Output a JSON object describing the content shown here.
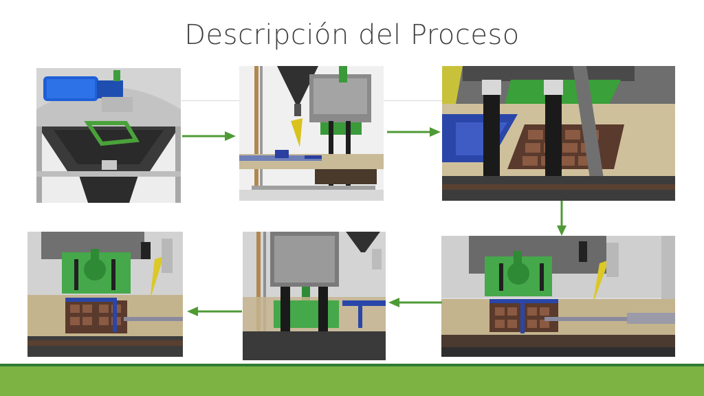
{
  "slide": {
    "title": "Descripción del Proceso"
  },
  "steps": [
    {
      "icon": "mixer-hopper-render"
    },
    {
      "icon": "feeder-press-render"
    },
    {
      "icon": "mold-pistons-closeup-render"
    },
    {
      "icon": "compaction-piston-render"
    },
    {
      "icon": "press-head-render"
    },
    {
      "icon": "brick-ejection-render"
    }
  ],
  "colors": {
    "arrow": "#4e9a35",
    "footer_dark": "#2e7d32",
    "footer_light": "#7cb342",
    "title": "#404040"
  }
}
